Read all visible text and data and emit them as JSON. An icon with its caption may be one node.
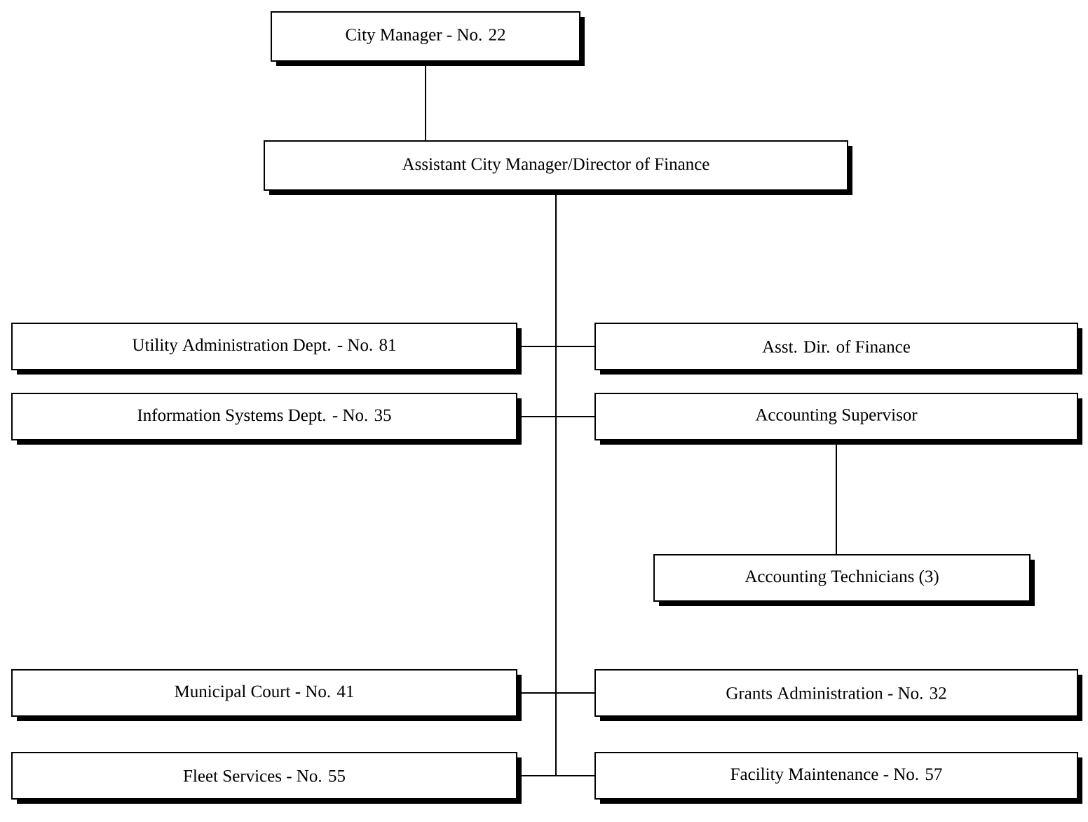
{
  "diagram": {
    "nodes": [
      {
        "text": [
          "City Manager - No. 22"
        ]
      },
      {
        "text": [
          "Assistant City Manager/Director of Finance"
        ]
      },
      {
        "text": [
          "Utility Administration Dept. - No. 81"
        ]
      },
      {
        "text": [
          "Asst. Dir. of Finance"
        ]
      },
      {
        "text": [
          "Information Systems Dept. - No. 35"
        ]
      },
      {
        "text": [
          "Accounting Supervisor"
        ]
      },
      {
        "text": [
          "Accounting Technicians (3)"
        ]
      },
      {
        "text": [
          "Municipal Court - No. 41"
        ]
      },
      {
        "text": [
          "Grants Administration - No. 32"
        ]
      },
      {
        "text": [
          "Fleet Services - No. 55"
        ]
      },
      {
        "text": [
          "Facility Maintenance - No. 57"
        ]
      }
    ],
    "edges": [
      {
        "from": 0,
        "to": 1,
        "arrow": "none"
      },
      {
        "from": 1,
        "to": 2,
        "arrow": "none"
      },
      {
        "from": 1,
        "to": 3,
        "arrow": "none"
      },
      {
        "from": 1,
        "to": 4,
        "arrow": "none"
      },
      {
        "from": 1,
        "to": 5,
        "arrow": "none"
      },
      {
        "from": 5,
        "to": 6,
        "arrow": "none"
      },
      {
        "from": 1,
        "to": 7,
        "arrow": "none"
      },
      {
        "from": 1,
        "to": 8,
        "arrow": "none"
      },
      {
        "from": 1,
        "to": 9,
        "arrow": "none"
      },
      {
        "from": 1,
        "to": 10,
        "arrow": "none"
      }
    ]
  }
}
